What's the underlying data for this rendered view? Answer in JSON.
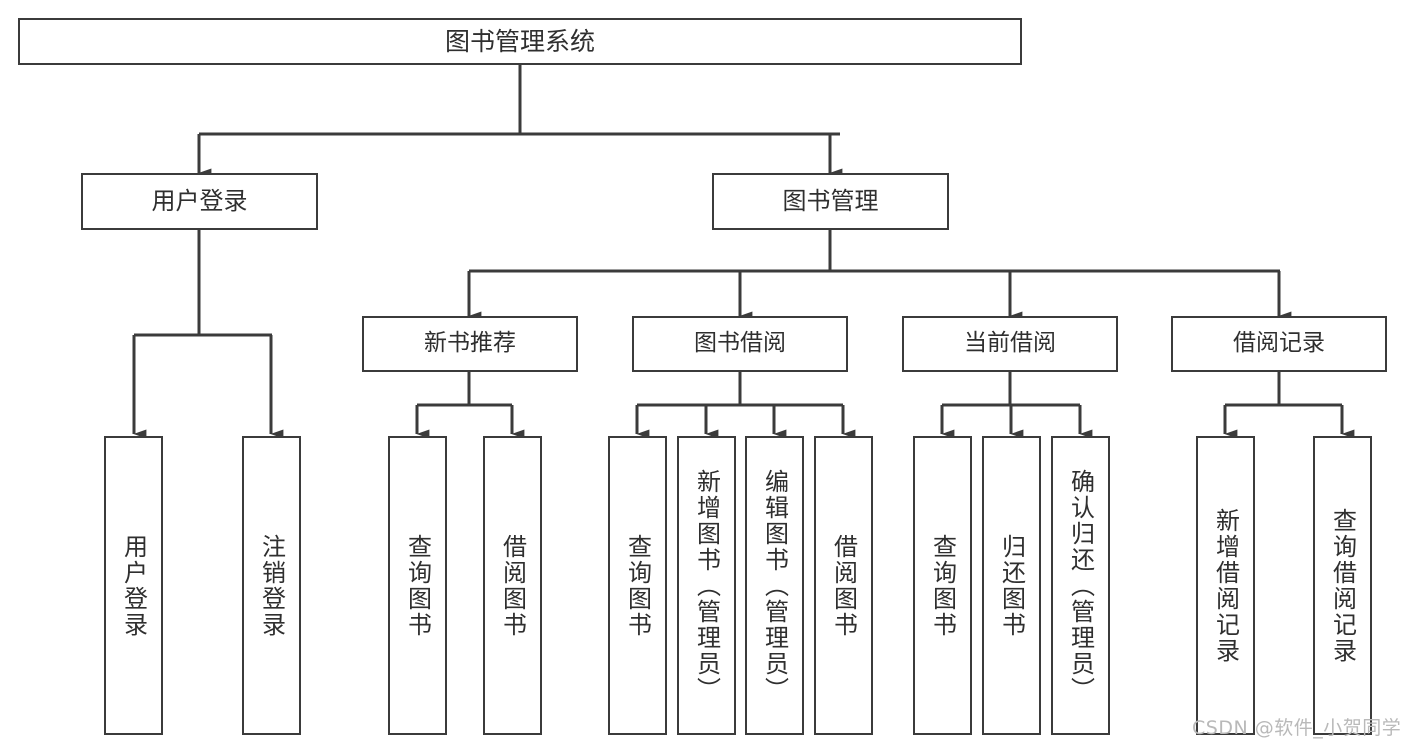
{
  "diagram": {
    "title": "图书管理系统",
    "type": "tree",
    "stroke_color": "#3b3b3b",
    "text_color": "#2f2f2f",
    "background_color": "#ffffff",
    "nodes": {
      "root": {
        "label": "图书管理系统"
      },
      "level1": [
        {
          "id": "user-login",
          "label": "用户登录"
        },
        {
          "id": "book-manage",
          "label": "图书管理"
        }
      ],
      "level2": [
        {
          "id": "new-book-recommend",
          "label": "新书推荐"
        },
        {
          "id": "book-borrow",
          "label": "图书借阅"
        },
        {
          "id": "current-borrow",
          "label": "当前借阅"
        },
        {
          "id": "borrow-record",
          "label": "借阅记录"
        }
      ],
      "leaves": {
        "user_login": [
          {
            "id": "leaf-user-login",
            "label": "用户登录"
          },
          {
            "id": "leaf-logout",
            "label": "注销登录"
          }
        ],
        "new_book_recommend": [
          {
            "id": "leaf-query-book-1",
            "label": "查询图书"
          },
          {
            "id": "leaf-borrow-book-1",
            "label": "借阅图书"
          }
        ],
        "book_borrow": [
          {
            "id": "leaf-query-book-2",
            "label": "查询图书"
          },
          {
            "id": "leaf-add-book",
            "label": "新增图书（管理员）"
          },
          {
            "id": "leaf-edit-book",
            "label": "编辑图书（管理员）"
          },
          {
            "id": "leaf-borrow-book-2",
            "label": "借阅图书"
          }
        ],
        "current_borrow": [
          {
            "id": "leaf-query-book-3",
            "label": "查询图书"
          },
          {
            "id": "leaf-return-book",
            "label": "归还图书"
          },
          {
            "id": "leaf-confirm-return",
            "label": "确认归还（管理员）"
          }
        ],
        "borrow_record": [
          {
            "id": "leaf-add-record",
            "label": "新增借阅记录"
          },
          {
            "id": "leaf-query-record",
            "label": "查询借阅记录"
          }
        ]
      }
    }
  },
  "watermark": {
    "text": "CSDN @软件_小贺同学"
  }
}
